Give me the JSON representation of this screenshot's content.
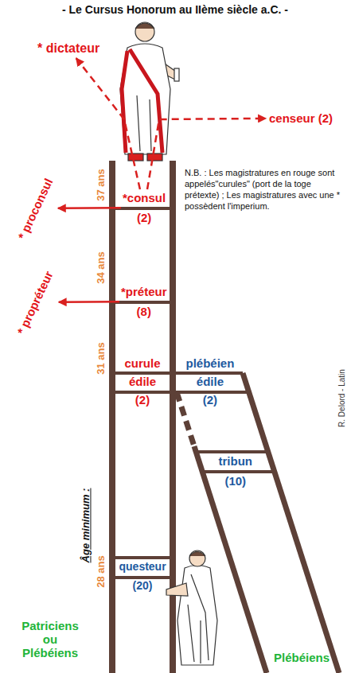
{
  "diagram": {
    "title": "- Le Cursus Honorum au IIème siècle a.C. -",
    "nodes": [
      {
        "text": [
          "* dictateur"
        ]
      },
      {
        "text": [
          "censeur (2)"
        ]
      },
      {
        "text": [
          "*consul",
          "(2)"
        ]
      },
      {
        "text": [
          "* proconsul"
        ]
      },
      {
        "text": [
          "*préteur",
          "(8)"
        ]
      },
      {
        "text": [
          "* propréteur"
        ]
      },
      {
        "text": [
          "curule",
          "édile",
          "(2)"
        ]
      },
      {
        "text": [
          "plébéien",
          "édile",
          "(2)"
        ]
      },
      {
        "text": [
          "tribun",
          "(10)"
        ]
      },
      {
        "text": [
          "questeur",
          "(20)"
        ]
      }
    ],
    "edges": [
      {
        "from": 2,
        "to": 0,
        "arrow": "to"
      },
      {
        "from": 2,
        "to": 1,
        "arrow": "to"
      },
      {
        "from": 2,
        "to": 3,
        "arrow": "to"
      },
      {
        "from": 4,
        "to": 5,
        "arrow": "to"
      }
    ],
    "labels": [
      "N.B. : Les magistratures en rouge sont appelés\"curules\" (port de la toge prétexte) ; Les magistratures avec une * possèdent l'imperium.",
      "37 ans",
      "34 ans",
      "31 ans",
      "28 ans",
      "Âge minimum :",
      "Patriciens ou Plébéiens",
      "Plébéiens",
      "R. Delord - Latin"
    ]
  }
}
